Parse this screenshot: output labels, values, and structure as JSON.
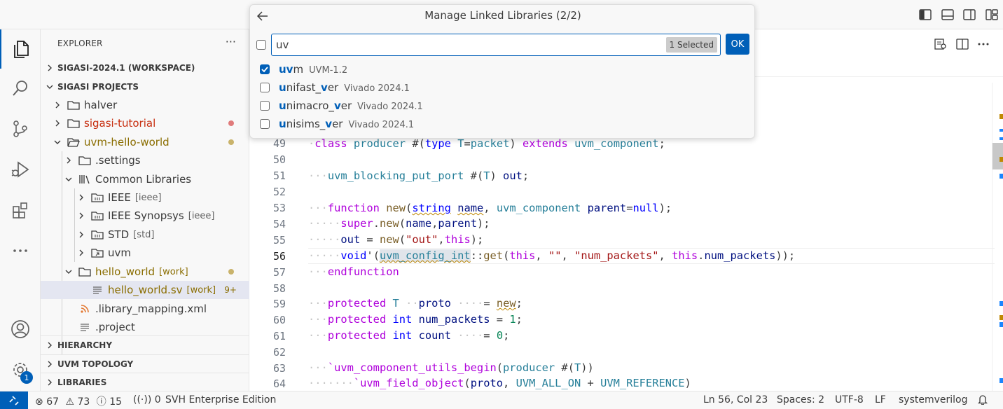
{
  "window": {
    "layout_icons": [
      "toggle-primary-sidebar-icon",
      "toggle-panel-icon",
      "toggle-secondary-sidebar-icon",
      "customize-layout-icon"
    ]
  },
  "quick_pick": {
    "title": "Manage Linked Libraries (2/2)",
    "query": "uv",
    "selected_count": "1 Selected",
    "ok_label": "OK",
    "items": [
      {
        "pre": "",
        "m1": "uv",
        "mid": "m",
        "m2": "",
        "post": "",
        "desc": "UVM-1.2",
        "checked": true
      },
      {
        "pre": "",
        "m1": "u",
        "mid": "nifast_",
        "m2": "v",
        "post": "er",
        "desc": "Vivado 2024.1",
        "checked": false
      },
      {
        "pre": "",
        "m1": "u",
        "mid": "nimacro_",
        "m2": "v",
        "post": "er",
        "desc": "Vivado 2024.1",
        "checked": false
      },
      {
        "pre": "",
        "m1": "u",
        "mid": "nisims_",
        "m2": "v",
        "post": "er",
        "desc": "Vivado 2024.1",
        "checked": false
      }
    ]
  },
  "sidebar": {
    "title": "EXPLORER",
    "workspace": "SIGASI-2024.1 (WORKSPACE)",
    "projects": "SIGASI PROJECTS",
    "tree": {
      "halver": "halver",
      "sigasi_tutorial": "sigasi-tutorial",
      "uvm_hello_world": "uvm-hello-world",
      "settings": ".settings",
      "common_libraries": "Common Libraries",
      "ieee": "IEEE",
      "ieee_tag": "[ieee]",
      "ieee_synopsys": "IEEE Synopsys",
      "ieee_synopsys_tag": "[ieee]",
      "std": "STD",
      "std_tag": "[std]",
      "uvm": "uvm",
      "hello_world": "hello_world",
      "hello_world_tag": "[work]",
      "hello_world_sv": "hello_world.sv",
      "hello_world_sv_tag": "[work]",
      "hello_world_sv_count": "9+",
      "library_mapping": ".library_mapping.xml",
      "project": ".project"
    },
    "hierarchy": "HIERARCHY",
    "uvm_topology": "UVM TOPOLOGY",
    "libraries": "LIBRARIES"
  },
  "activity": {
    "settings_badge": "1"
  },
  "editor": {
    "line_numbers": [
      "49",
      "50",
      "51",
      "52",
      "53",
      "54",
      "55",
      "56",
      "57",
      "58",
      "59",
      "60",
      "61",
      "62",
      "63",
      "64"
    ],
    "current_line": "56"
  },
  "statusbar": {
    "errors": "67",
    "warnings": "73",
    "infos": "15",
    "ports": "0",
    "edition": "SVH Enterprise Edition",
    "position": "Ln 56, Col 23",
    "spaces": "Spaces: 2",
    "encoding": "UTF-8",
    "eol": "LF",
    "language": "systemverilog"
  },
  "colors": {
    "accent": "#005fb8",
    "error_decoration": "#c72e0f",
    "modified_decoration": "#8a6d00"
  }
}
